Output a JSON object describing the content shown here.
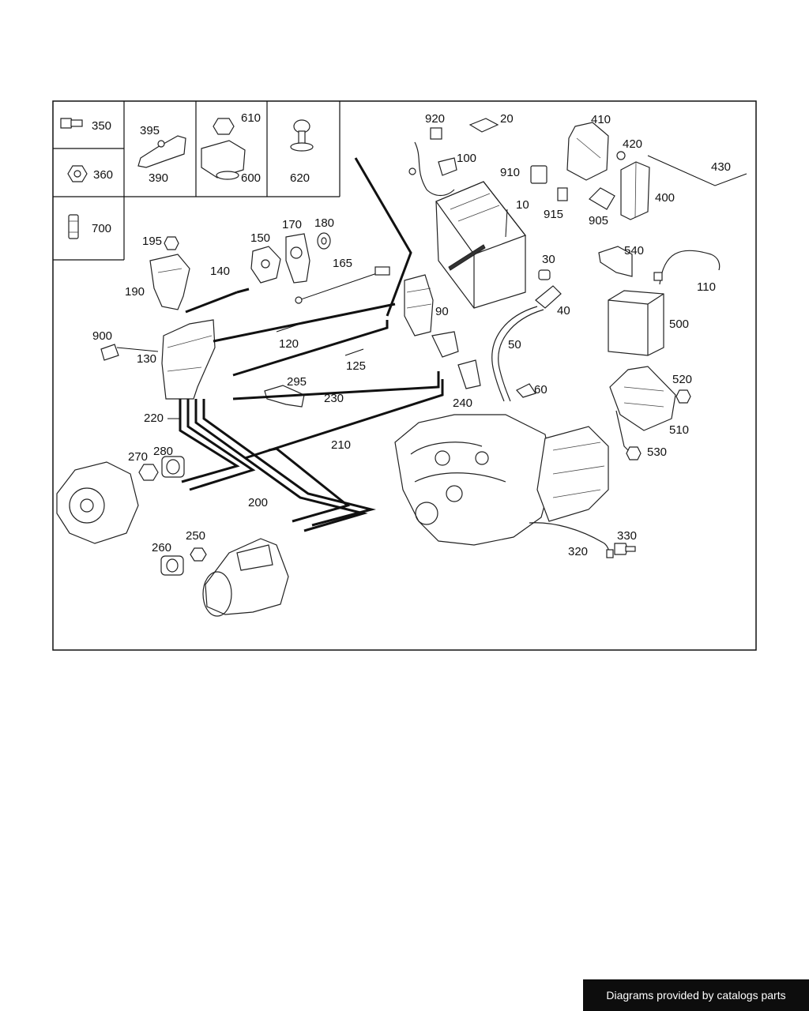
{
  "callouts": [
    "350",
    "360",
    "700",
    "395",
    "390",
    "610",
    "600",
    "620",
    "920",
    "20",
    "100",
    "910",
    "10",
    "915",
    "410",
    "420",
    "430",
    "400",
    "905",
    "195",
    "190",
    "140",
    "150",
    "170",
    "180",
    "165",
    "900",
    "130",
    "120",
    "125",
    "90",
    "30",
    "40",
    "50",
    "60",
    "540",
    "110",
    "500",
    "295",
    "230",
    "240",
    "520",
    "510",
    "530",
    "220",
    "210",
    "270",
    "280",
    "200",
    "260",
    "250",
    "320",
    "330"
  ],
  "footer": {
    "text": "Diagrams provided by catalogs parts"
  }
}
